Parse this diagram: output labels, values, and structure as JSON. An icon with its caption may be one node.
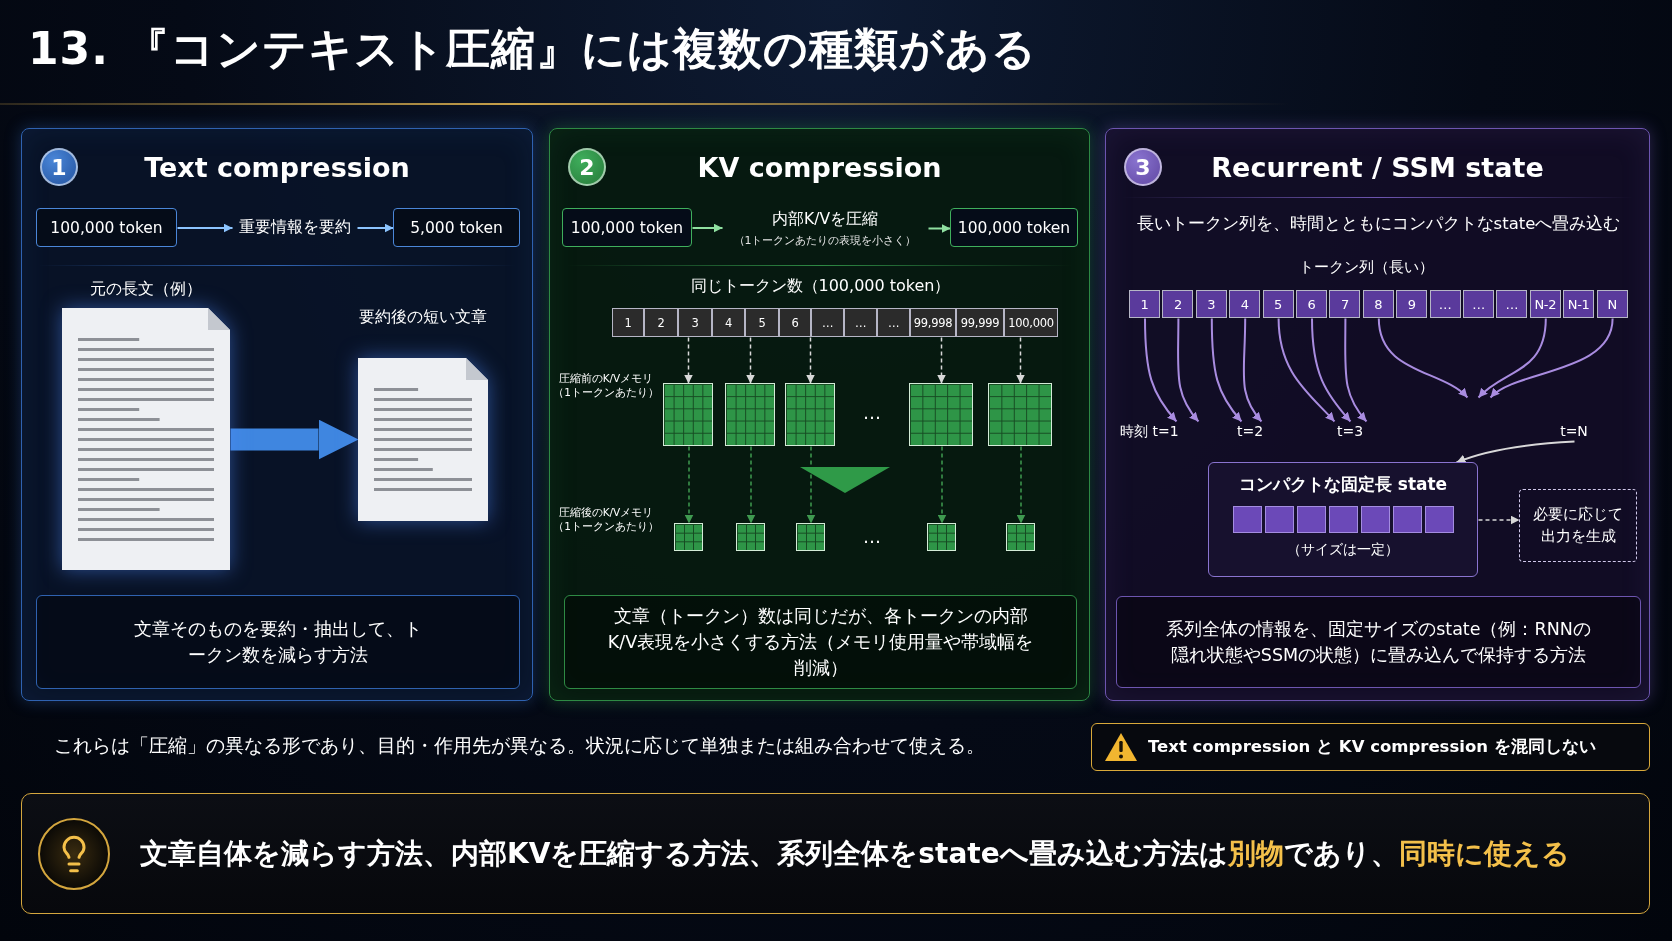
{
  "diagram": {
    "title": "13. 『コンテキスト圧縮』には複数の種類がある",
    "nodes": [
      {
        "text": [
          "1",
          "Text compression"
        ]
      },
      {
        "text": [
          "100,000 token"
        ],
        "in": 0
      },
      {
        "text": [
          "重要情報を要約"
        ],
        "in": 0
      },
      {
        "text": [
          "5,000 token"
        ],
        "in": 0
      },
      {
        "text": [],
        "shape": "picture",
        "beside": [
          "元の長文（例）"
        ],
        "in": 0
      },
      {
        "text": [],
        "shape": "picture",
        "beside": [
          "要約後の短い文章"
        ],
        "in": 0
      },
      {
        "text": [
          "文章そのものを要約・抽出して、トークン数を減らす方法"
        ],
        "in": 0
      },
      {
        "text": [
          "2",
          "KV compression"
        ]
      },
      {
        "text": [
          "100,000 token"
        ],
        "in": 7
      },
      {
        "text": [
          "内部K/Vを圧縮",
          "（1トークンあたりの表現を小さく）"
        ],
        "in": 7
      },
      {
        "text": [
          "100,000 token"
        ],
        "in": 7
      },
      {
        "text": [
          "1"
        ],
        "in": 7
      },
      {
        "text": [
          "2"
        ],
        "in": 7
      },
      {
        "text": [
          "3"
        ],
        "in": 7
      },
      {
        "text": [
          "4"
        ],
        "in": 7
      },
      {
        "text": [
          "5"
        ],
        "in": 7
      },
      {
        "text": [
          "6"
        ],
        "in": 7
      },
      {
        "text": [
          "…"
        ],
        "in": 7
      },
      {
        "text": [
          "…"
        ],
        "in": 7
      },
      {
        "text": [
          "…"
        ],
        "in": 7
      },
      {
        "text": [
          "99,998"
        ],
        "in": 7
      },
      {
        "text": [
          "99,999"
        ],
        "in": 7
      },
      {
        "text": [
          "100,000"
        ],
        "in": 7
      },
      {
        "text": [],
        "shape": "box",
        "in": 7
      },
      {
        "text": [],
        "shape": "box",
        "in": 7
      },
      {
        "text": [],
        "shape": "box",
        "in": 7
      },
      {
        "text": [],
        "shape": "box",
        "in": 7
      },
      {
        "text": [],
        "shape": "box",
        "in": 7
      },
      {
        "text": [],
        "shape": "box",
        "in": 7
      },
      {
        "text": [],
        "shape": "box",
        "in": 7
      },
      {
        "text": [],
        "shape": "box",
        "in": 7
      },
      {
        "text": [],
        "shape": "box",
        "in": 7
      },
      {
        "text": [],
        "shape": "box",
        "in": 7
      },
      {
        "text": [
          "文章（トークン）数は同じだが、各トークンの内部K/V表現を小さくする方法（メモリ使用量や帯域幅を削減）"
        ],
        "in": 7
      },
      {
        "text": [
          "3",
          "Recurrent / SSM state"
        ]
      },
      {
        "text": [
          "1"
        ],
        "in": 34
      },
      {
        "text": [
          "2"
        ],
        "in": 34
      },
      {
        "text": [
          "3"
        ],
        "in": 34
      },
      {
        "text": [
          "4"
        ],
        "in": 34
      },
      {
        "text": [
          "5"
        ],
        "in": 34
      },
      {
        "text": [
          "6"
        ],
        "in": 34
      },
      {
        "text": [
          "7"
        ],
        "in": 34
      },
      {
        "text": [
          "8"
        ],
        "in": 34
      },
      {
        "text": [
          "9"
        ],
        "in": 34
      },
      {
        "text": [
          "…"
        ],
        "in": 34
      },
      {
        "text": [
          "…"
        ],
        "in": 34
      },
      {
        "text": [
          "…"
        ],
        "in": 34
      },
      {
        "text": [
          "N-2"
        ],
        "in": 34
      },
      {
        "text": [
          "N-1"
        ],
        "in": 34
      },
      {
        "text": [
          "N"
        ],
        "in": 34
      },
      {
        "text": [
          "コンパクトな固定長 state",
          "（サイズは一定）"
        ],
        "in": 34
      },
      {
        "text": [
          "必要に応じて出力を生成"
        ],
        "in": 34
      },
      {
        "text": [
          "系列全体の情報を、固定サイズのstate（例：RNNの隠れ状態やSSMの状態）に畳み込んで保持する方法"
        ],
        "in": 34
      },
      {
        "text": [
          "Text compression と KV compression を混同しない"
        ]
      },
      {
        "text": [
          "文章自体を減らす方法、内部KVを圧縮する方法、系列全体をstateへ畳み込む方法は**別物**であり、**同時に使える**"
        ]
      },
      {
        "text": [
          "時刻 t=1"
        ],
        "in": 34
      },
      {
        "text": [
          "t=2"
        ],
        "in": 34
      },
      {
        "text": [
          "t=3"
        ],
        "in": 34
      },
      {
        "text": [
          "t=N"
        ],
        "in": 34
      }
    ],
    "edges": [
      {
        "from": 1,
        "to": 2,
        "arrow": "to",
        "color": "#8cc4ff"
      },
      {
        "from": 2,
        "to": 3,
        "arrow": "to",
        "color": "#8cc4ff"
      },
      {
        "from": 4,
        "to": 5,
        "arrow": "to",
        "style": "thick",
        "color": "#3f86e0"
      },
      {
        "from": 8,
        "to": 9,
        "arrow": "to",
        "color": "#8fe0a0"
      },
      {
        "from": 9,
        "to": 10,
        "arrow": "to",
        "color": "#8fe0a0"
      },
      {
        "from": 13,
        "to": 23,
        "arrow": "to",
        "style": "dashed"
      },
      {
        "from": 15,
        "to": 24,
        "arrow": "to",
        "style": "dashed"
      },
      {
        "from": 16,
        "to": 25,
        "arrow": "to",
        "style": "dashed"
      },
      {
        "from": 20,
        "to": 26,
        "arrow": "to",
        "style": "dashed"
      },
      {
        "from": 22,
        "to": 27,
        "arrow": "to",
        "style": "dashed"
      },
      {
        "from": 23,
        "to": 28,
        "arrow": "to",
        "style": "dashed",
        "color": "#3f9a50"
      },
      {
        "from": 24,
        "to": 29,
        "arrow": "to",
        "style": "dashed",
        "color": "#3f9a50"
      },
      {
        "from": 25,
        "to": 30,
        "arrow": "to",
        "style": "dashed",
        "color": "#3f9a50"
      },
      {
        "from": 26,
        "to": 31,
        "arrow": "to",
        "style": "dashed",
        "color": "#3f9a50"
      },
      {
        "from": 27,
        "to": 32,
        "arrow": "to",
        "style": "dashed",
        "color": "#3f9a50"
      },
      {
        "from": 35,
        "to": 55,
        "arrow": "to",
        "color": "#a98ce0"
      },
      {
        "from": 36,
        "to": 55,
        "arrow": "to",
        "color": "#a98ce0"
      },
      {
        "from": 37,
        "to": 56,
        "arrow": "to",
        "color": "#a98ce0"
      },
      {
        "from": 38,
        "to": 56,
        "arrow": "to",
        "color": "#a98ce0"
      },
      {
        "from": 39,
        "to": 57,
        "arrow": "to",
        "color": "#a98ce0"
      },
      {
        "from": 40,
        "to": 57,
        "arrow": "to",
        "color": "#a98ce0"
      },
      {
        "from": 41,
        "to": 57,
        "arrow": "to",
        "color": "#a98ce0"
      },
      {
        "from": 42,
        "to": null,
        "arrow": "to",
        "color": "#a98ce0"
      },
      {
        "from": 47,
        "to": null,
        "arrow": "to",
        "color": "#a98ce0"
      },
      {
        "from": 49,
        "to": null,
        "arrow": "to",
        "color": "#a98ce0"
      },
      {
        "from": 58,
        "to": 50,
        "arrow": "to"
      },
      {
        "from": 50,
        "to": 51,
        "arrow": "to",
        "style": "dashed"
      }
    ],
    "labels": [
      "同じトークン数（100,000 token）",
      "圧縮前のK/Vメモリ（1トークンあたり）",
      "…",
      "圧縮後のK/Vメモリ（1トークンあたり）",
      "…",
      "長いトークン列を、時間とともにコンパクトなstateへ畳み込む",
      "トークン列（長い）",
      "これらは「圧縮」の異なる形であり、目的・作用先が異なる。状況に応じて単独または組み合わせて使える。"
    ]
  }
}
